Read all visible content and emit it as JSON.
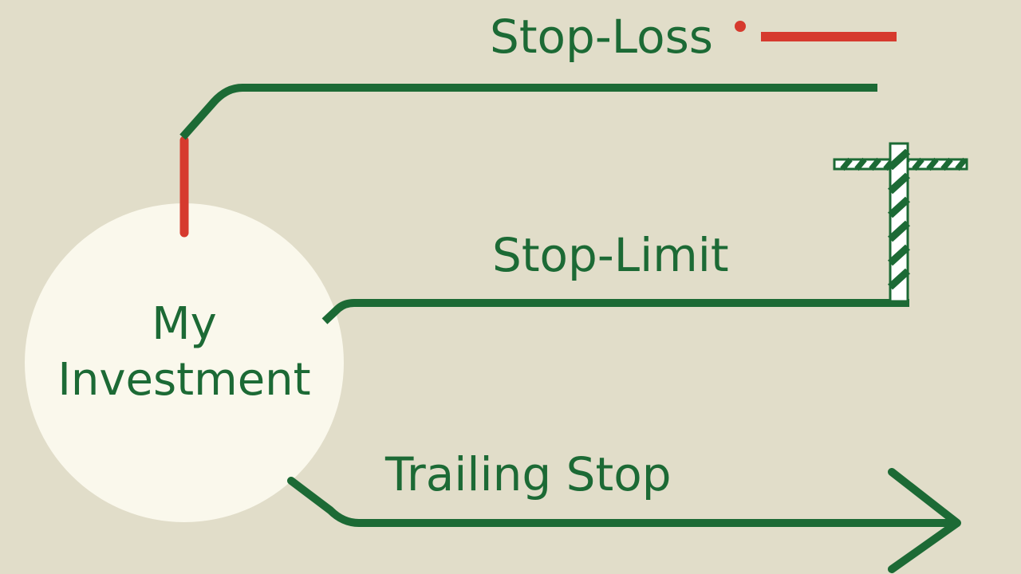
{
  "diagram": {
    "center": {
      "line1": "My",
      "line2": "Investment"
    },
    "branches": [
      {
        "label": "Stop-Loss",
        "end_marker": "red-line-marker"
      },
      {
        "label": "Stop-Limit",
        "end_marker": "barrier-gate-icon"
      },
      {
        "label": "Trailing Stop",
        "end_marker": "arrow-head-icon"
      }
    ]
  },
  "colors": {
    "background": "#e1ddc9",
    "circle": "#faf8ec",
    "green": "#1c6a35",
    "red": "#d63a2e",
    "white": "#ffffff"
  }
}
